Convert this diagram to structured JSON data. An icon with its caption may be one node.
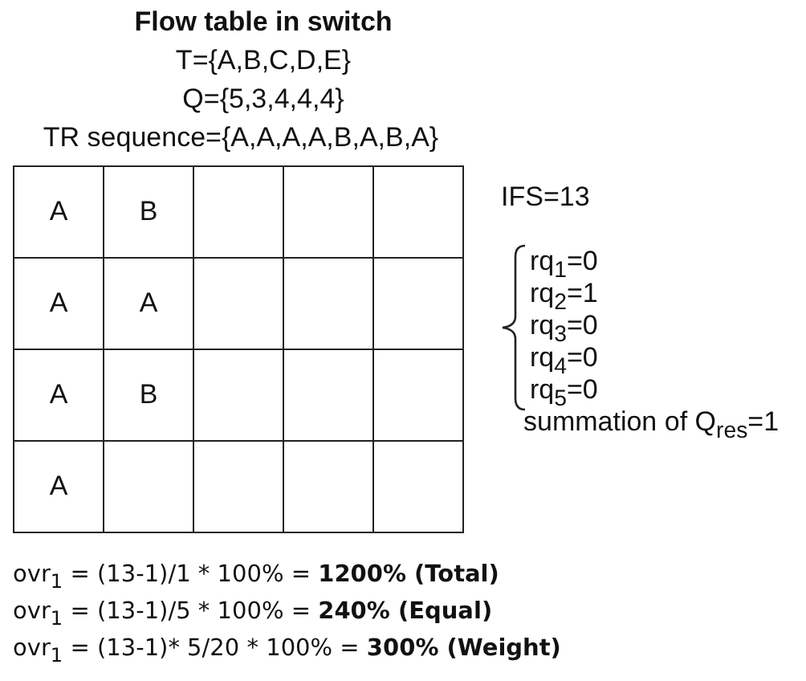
{
  "diagram": {
    "title": "Flow table in switch",
    "labels": [
      "T={A,B,C,D,E}",
      "Q={5,3,4,4,4}",
      "TR sequence={A,A,A,A,B,A,B,A}",
      "A",
      "B",
      "A",
      "A",
      "A",
      "B",
      "A",
      "IFS=13",
      "rq$_{1}$=0",
      "rq$_{2}$=1",
      "rq$_{3}$=0",
      "rq$_{4}$=0",
      "rq$_{5}$=0",
      "summation of Q$_{res}$=1",
      "ovr$_{1}$ = (13-1)/1 * 100% = **1200% (Total)**",
      "ovr$_{1}$ = (13-1)/5 * 100% = **240% (Equal)**",
      "ovr$_{1}$ = (13-1)* 5/20 * 100% = **300% (Weight)**"
    ]
  }
}
